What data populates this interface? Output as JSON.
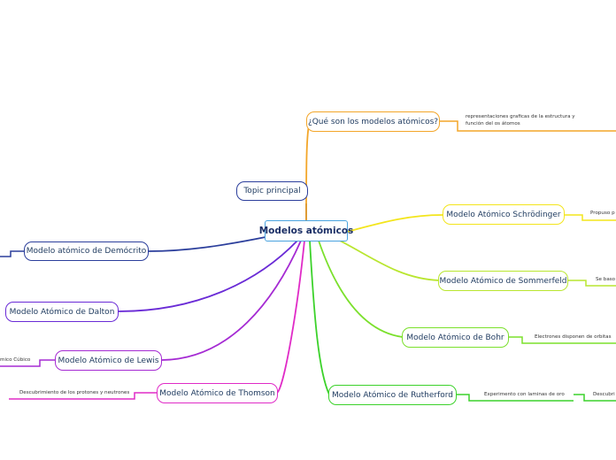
{
  "central": {
    "label": "Modelos atómicos"
  },
  "topic": {
    "label": "Topic principal"
  },
  "branches": {
    "que_son": {
      "label": "¿Qué son los modelos atómicos?",
      "color": "#f3a629",
      "leaf": "representaciones graficas de la estructura y función del os átomos"
    },
    "schrodinger": {
      "label": "Modelo Atómico Schrödinger",
      "color": "#f3e51c",
      "leaf": "Propuso p"
    },
    "sommerfeld": {
      "label": "Modelo Atómico de Sommerfeld",
      "color": "#b9e630",
      "leaf": "Se baso"
    },
    "bohr": {
      "label": "Modelo Atómico de Bohr",
      "color": "#7be02c",
      "leaf": "Electrones disponen de orbitas"
    },
    "rutherford": {
      "label": "Modelo Atómico  de Rutherford",
      "color": "#3cd22b",
      "leaf": "Experimento con laminas de oro",
      "leaf2": "Descubri"
    },
    "democrito": {
      "label": "Modelo atómico de Demócrito",
      "color": "#2c3f9c"
    },
    "dalton": {
      "label": "Modelo Atómico de Dalton",
      "color": "#6a2bd6"
    },
    "lewis": {
      "label": "Modelo Atómico de Lewis",
      "color": "#a52bd3",
      "leaf": "mico Cúbico"
    },
    "thomson": {
      "label": "Modelo Atómico de Thomson",
      "color": "#e02bc7",
      "leaf": "Descubrimiento de los protones y neutrones"
    }
  },
  "colors": {
    "topic": "#2c3f9c",
    "central_border": "#4aa3df"
  }
}
